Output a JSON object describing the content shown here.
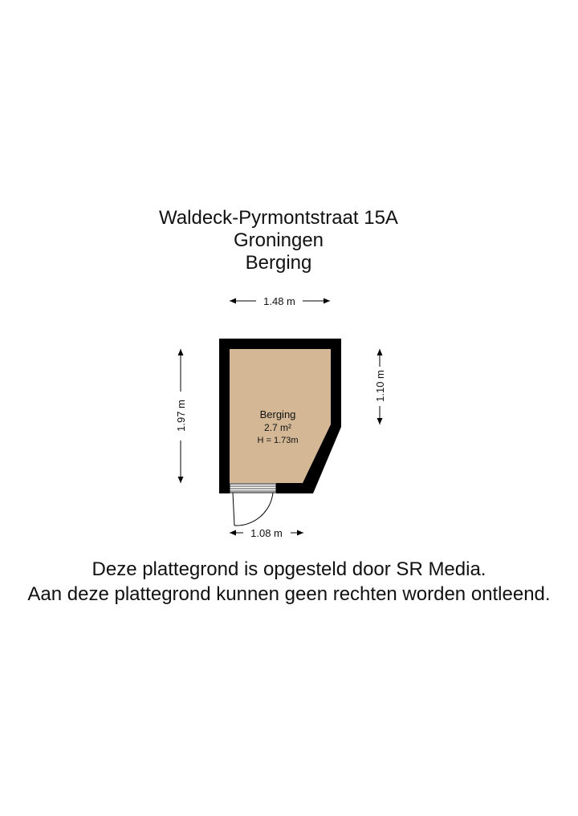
{
  "header": {
    "address": "Waldeck-Pyrmontstraat 15A",
    "city": "Groningen",
    "floor_name": "Berging"
  },
  "plan": {
    "room": {
      "name": "Berging",
      "area": "2.7 m²",
      "height": "H = 1.73m",
      "floor_color": "#D4B896",
      "wall_color": "#000000"
    },
    "dimensions": {
      "top_width": "1.48 m",
      "left_height": "1.97 m",
      "right_height": "1.10 m",
      "bottom_width": "1.08 m"
    }
  },
  "footer": {
    "line1": "Deze plattegrond is opgesteld door SR Media.",
    "line2": "Aan deze plattegrond kunnen geen rechten worden ontleend."
  }
}
